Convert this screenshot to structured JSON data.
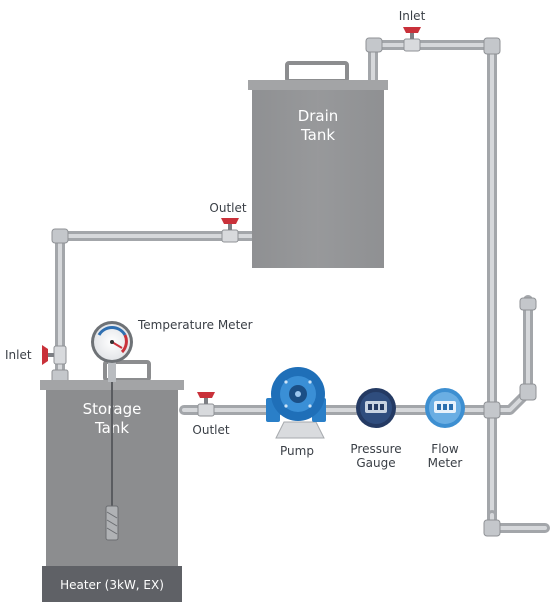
{
  "labels": {
    "drain_tank": [
      "Drain",
      "Tank"
    ],
    "storage_tank": [
      "Storage",
      "Tank"
    ],
    "heater": "Heater (3kW, EX)",
    "inlet_top": "Inlet",
    "inlet_left": "Inlet",
    "outlet_drain": "Outlet",
    "outlet_storage": "Outlet",
    "temperature_meter": "Temperature Meter",
    "pump": "Pump",
    "pressure_gauge": [
      "Pressure",
      "Gauge"
    ],
    "flow_meter": [
      "Flow",
      "Meter"
    ]
  },
  "colors": {
    "tank": "#8c8d8f",
    "tank_top": "#a3a4a6",
    "heater_band": "#5f6166",
    "pipe": "#b9bcc0",
    "pipe_edge": "#9a9da2",
    "valve_red": "#c9313a",
    "pump_blue": "#1f6fb8",
    "gauge_navy": "#243a63",
    "flow_blue": "#3d8fd1"
  },
  "icons": [
    "valve-icon",
    "pump-icon",
    "pressure-gauge-icon",
    "flow-meter-icon",
    "temperature-meter-icon",
    "heater-element-icon"
  ]
}
